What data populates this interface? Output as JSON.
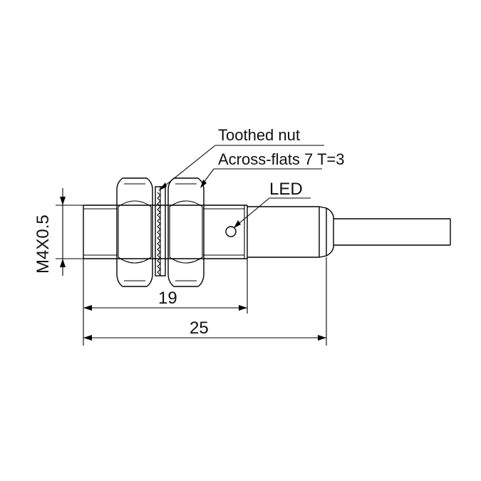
{
  "labels": {
    "toothed_nut": "Toothed nut",
    "across_flats": "Across-flats 7 T=3",
    "led": "LED",
    "thread": "M4X0.5",
    "dim_body": "19",
    "dim_total": "25"
  },
  "colors": {
    "line": "#000000",
    "background": "#ffffff"
  }
}
